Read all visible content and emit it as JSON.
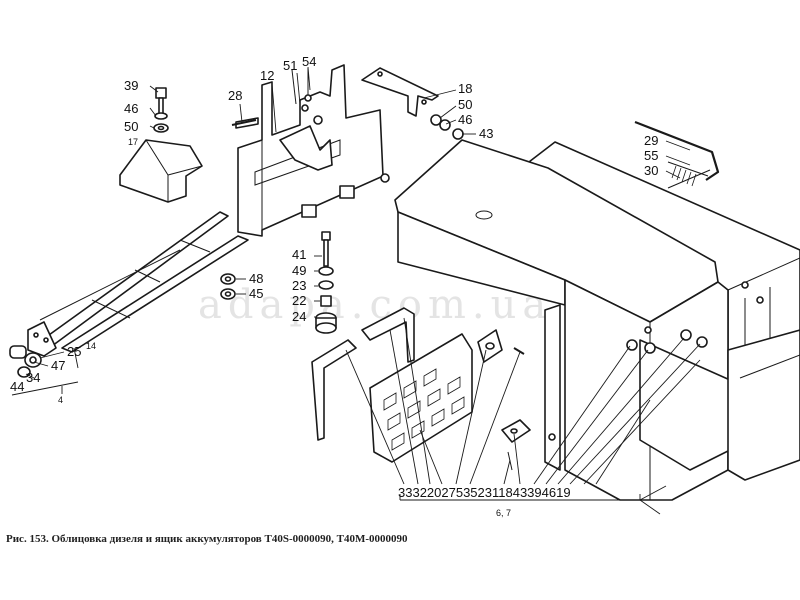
{
  "caption": "Рис. 153. Облицовка дизеля и ящик аккумуляторов Т40S-0000090, Т40М-0000090",
  "watermark": "adapa.com.ua",
  "labels": {
    "l39": "39",
    "l46a": "46",
    "l50a": "50",
    "l17": "17",
    "l28": "28",
    "l12": "12",
    "l51": "51",
    "l54": "54",
    "l18": "18",
    "l50b": "50",
    "l46b": "46",
    "l43": "43",
    "l29": "29",
    "l55": "55",
    "l30": "30",
    "l41": "41",
    "l49": "49",
    "l23": "23",
    "l22": "22",
    "l24": "24",
    "l48": "48",
    "l45": "45",
    "l25": "25",
    "l14": "14",
    "l47": "47",
    "l34": "34",
    "l44": "44",
    "l4": "4",
    "bottom_row": "333220275352311843394619",
    "group": "6, 7"
  }
}
